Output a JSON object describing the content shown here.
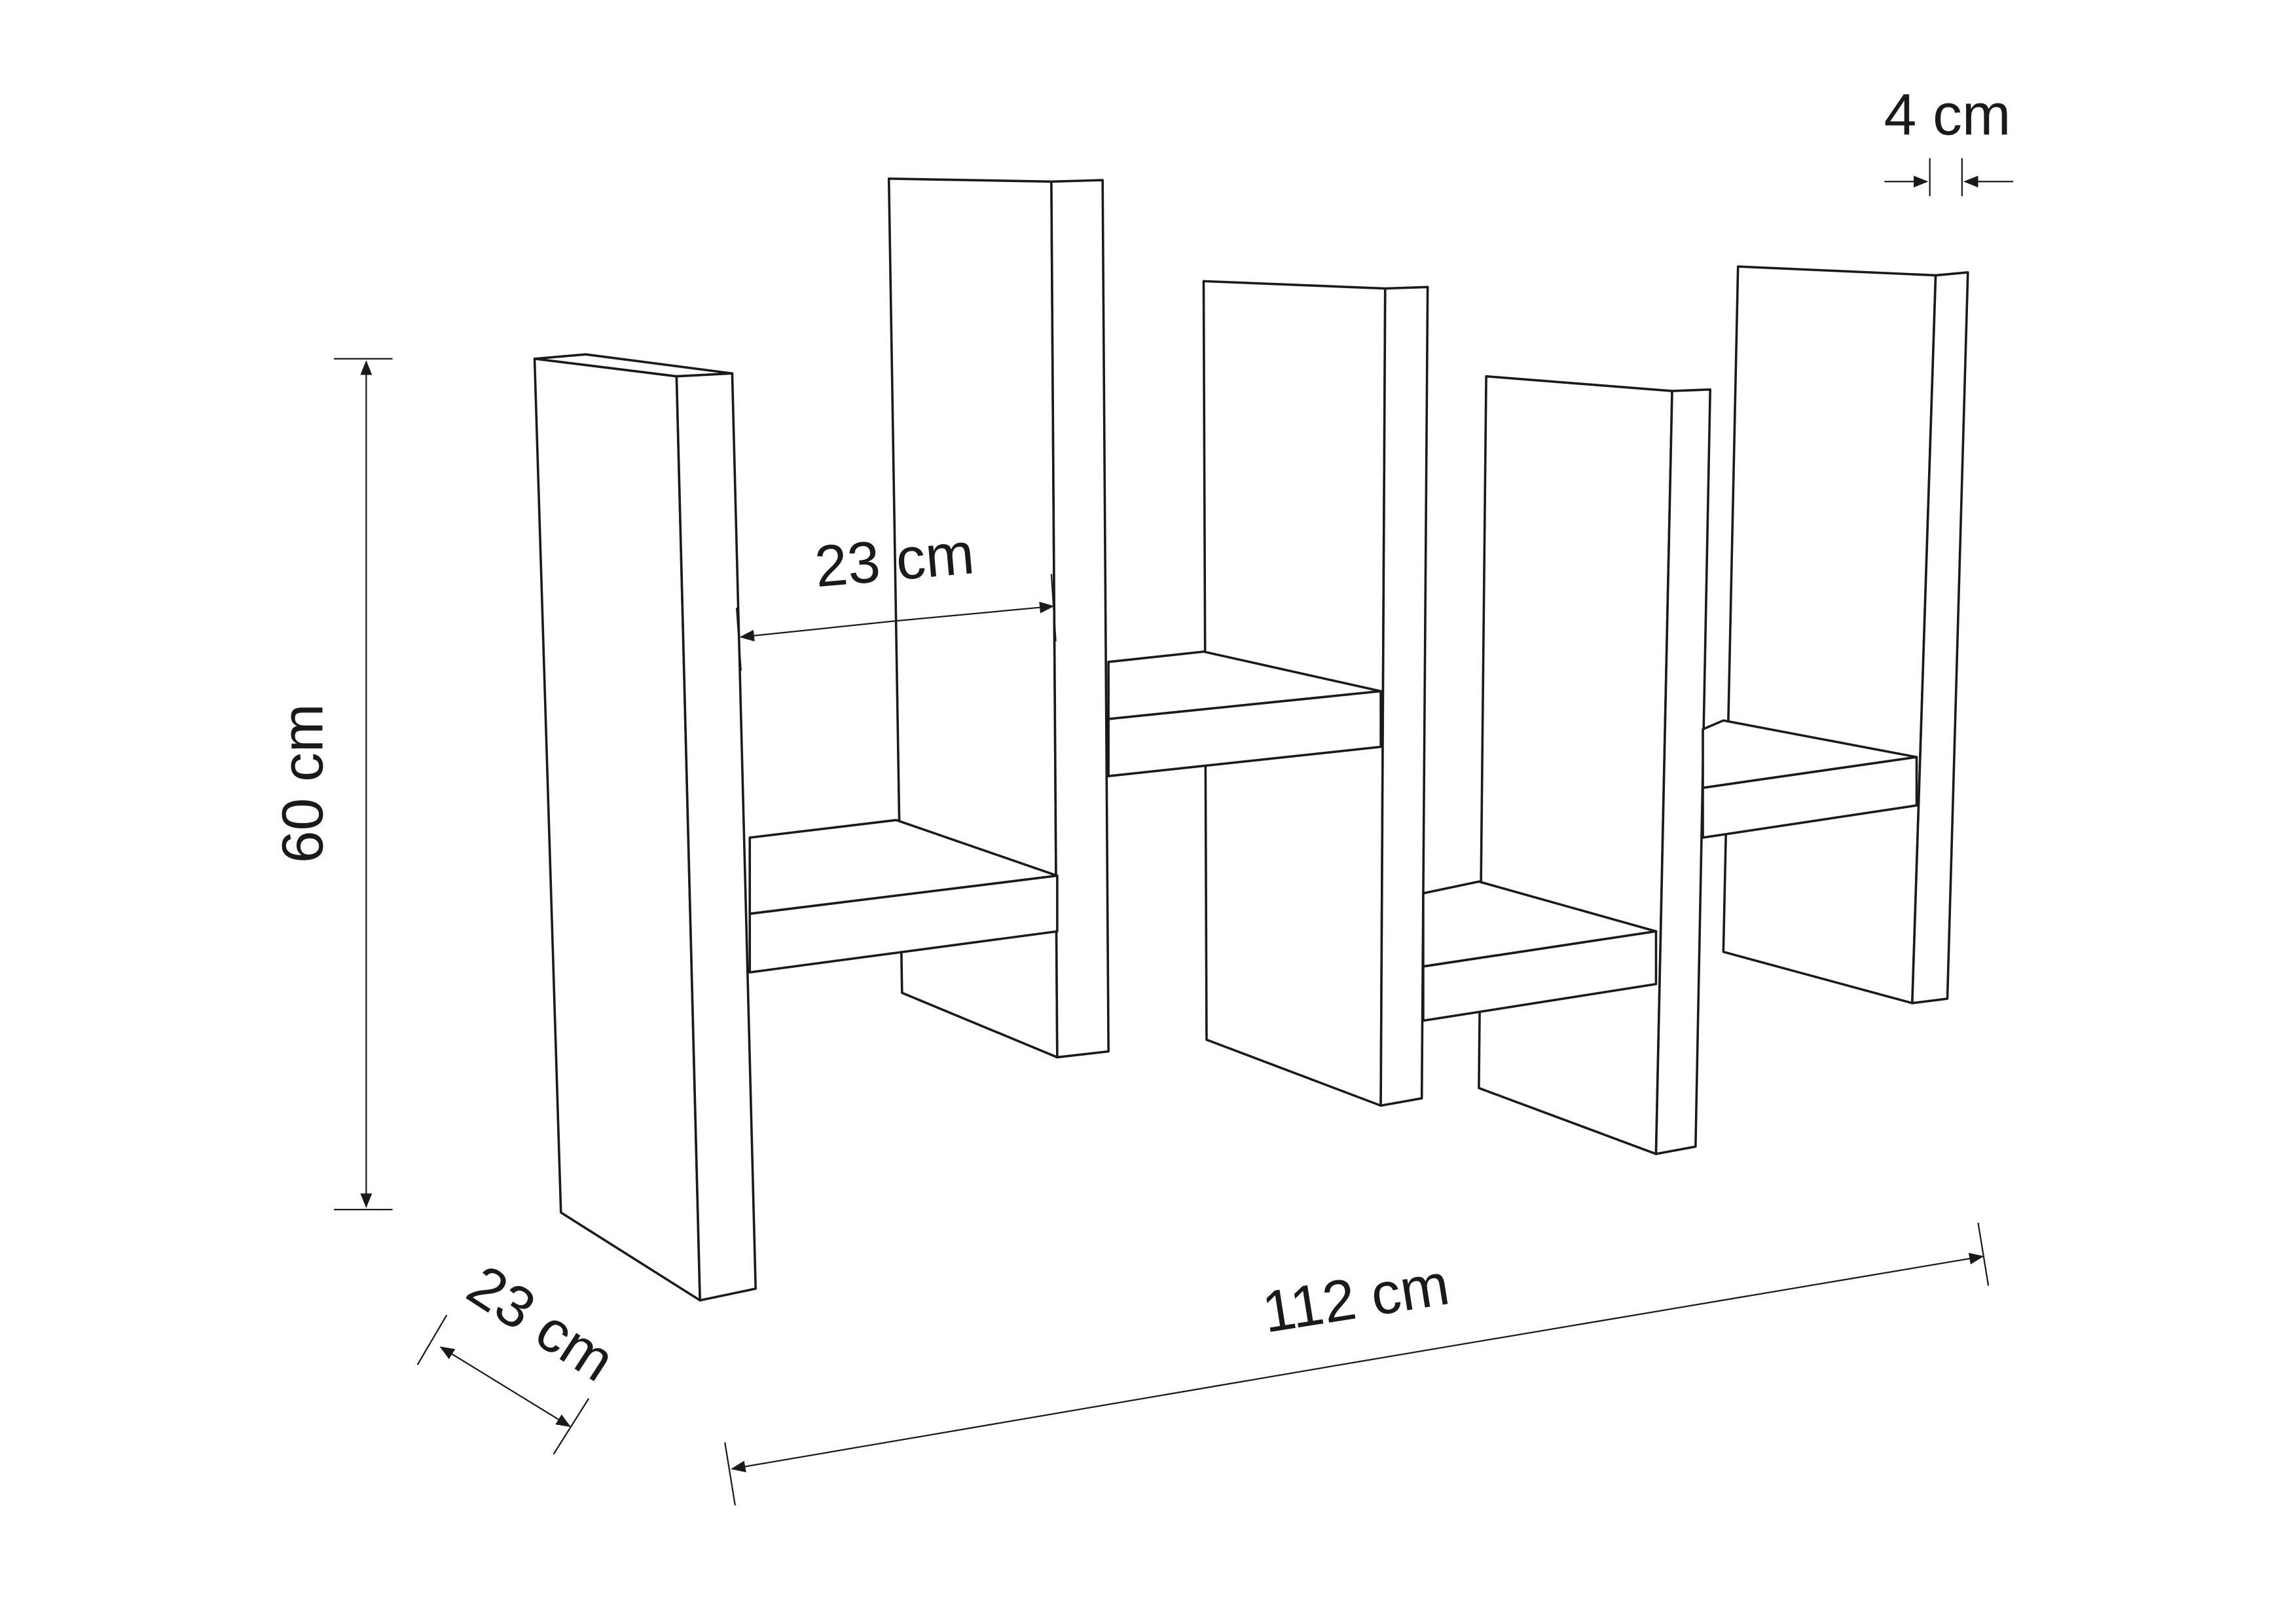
{
  "dimensions": {
    "height": "60 cm",
    "width": "112 cm",
    "depth": "23 cm",
    "shelf_spacing": "23 cm",
    "thickness": "4 cm"
  },
  "colors": {
    "line": "#1a1a1a",
    "background": "#ffffff"
  }
}
